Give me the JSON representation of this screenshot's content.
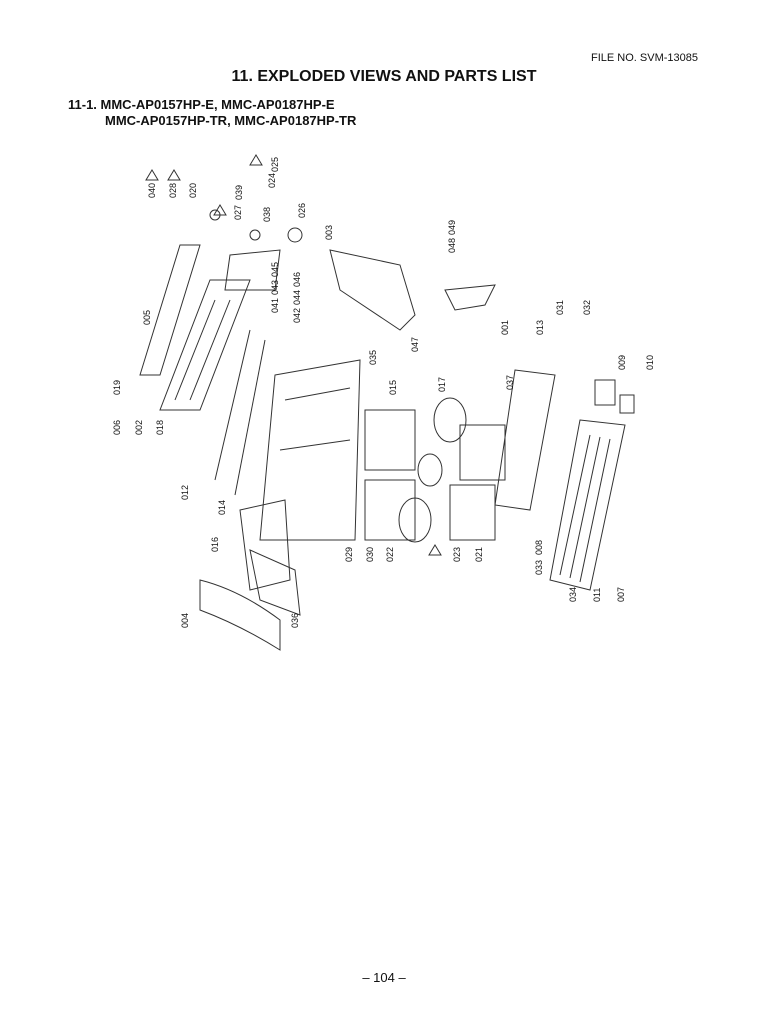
{
  "header": {
    "file_no": "FILE NO. SVM-13085"
  },
  "title": "11. EXPLODED VIEWS AND PARTS LIST",
  "subtitle": {
    "line1": "11-1. MMC-AP0157HP-E, MMC-AP0187HP-E",
    "line2": "MMC-AP0157HP-TR, MMC-AP0187HP-TR"
  },
  "figure": {
    "part_labels": [
      "040",
      "028",
      "020",
      "039",
      "027",
      "038",
      "024",
      "025",
      "026",
      "003",
      "048",
      "049",
      "005",
      "041",
      "043",
      "045",
      "042",
      "044",
      "046",
      "019",
      "006",
      "002",
      "018",
      "035",
      "001",
      "013",
      "031",
      "032",
      "009",
      "010",
      "037",
      "047",
      "015",
      "017",
      "012",
      "014",
      "016",
      "029",
      "030",
      "022",
      "023",
      "021",
      "033",
      "008",
      "034",
      "011",
      "007",
      "004",
      "036"
    ]
  },
  "footer": {
    "page": "– 104 –"
  }
}
